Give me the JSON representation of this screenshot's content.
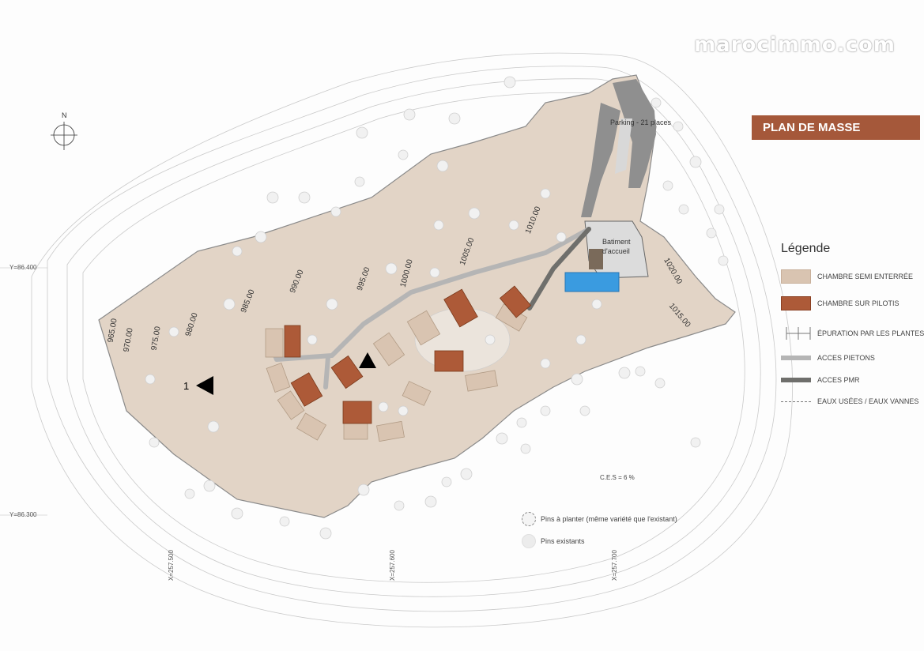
{
  "watermark": "marocimmo.com",
  "title": "PLAN DE MASSE",
  "north_label": "N",
  "coordinates": {
    "y_top": "Y=86.400",
    "y_bottom": "Y=86.300",
    "x_left": "X=257.500",
    "x_mid": "X=257.600",
    "x_right": "X=257.700"
  },
  "contours": [
    "965.00",
    "970.00",
    "975.00",
    "980.00",
    "985.00",
    "990.00",
    "995.00",
    "1000.00",
    "1005.00",
    "1010.00",
    "1015.00",
    "1020.00"
  ],
  "map_labels": {
    "parking": "Parking - 21 places",
    "batiment": "Batiment\nd'accueil",
    "section_marker": "1",
    "ces": "C.E.S = 6 %"
  },
  "legend": {
    "title": "Légende",
    "items": [
      {
        "key": "semi",
        "label": "CHAMBRE SEMI ENTERRÉE"
      },
      {
        "key": "pilotis",
        "label": "CHAMBRE SUR PILOTIS"
      },
      {
        "key": "epur",
        "label": "ÉPURATION PAR LES PLANTES"
      },
      {
        "key": "pietons",
        "label": "ACCES PIETONS"
      },
      {
        "key": "pmr",
        "label": "ACCES PMR"
      },
      {
        "key": "eaux",
        "label": "EAUX USÉES / EAUX VANNES"
      }
    ]
  },
  "pins": {
    "new": "Pins à planter (même variété que l'existant)",
    "existing": "Pins existants"
  },
  "colors": {
    "terrain": "#e2d4c6",
    "pilotis": "#ad5a38",
    "semi": "#d9c4b1",
    "pietons": "#b5b5b5",
    "pmr": "#6f6f6c",
    "pool": "#3a9be0",
    "title_bg": "#a5583a"
  }
}
